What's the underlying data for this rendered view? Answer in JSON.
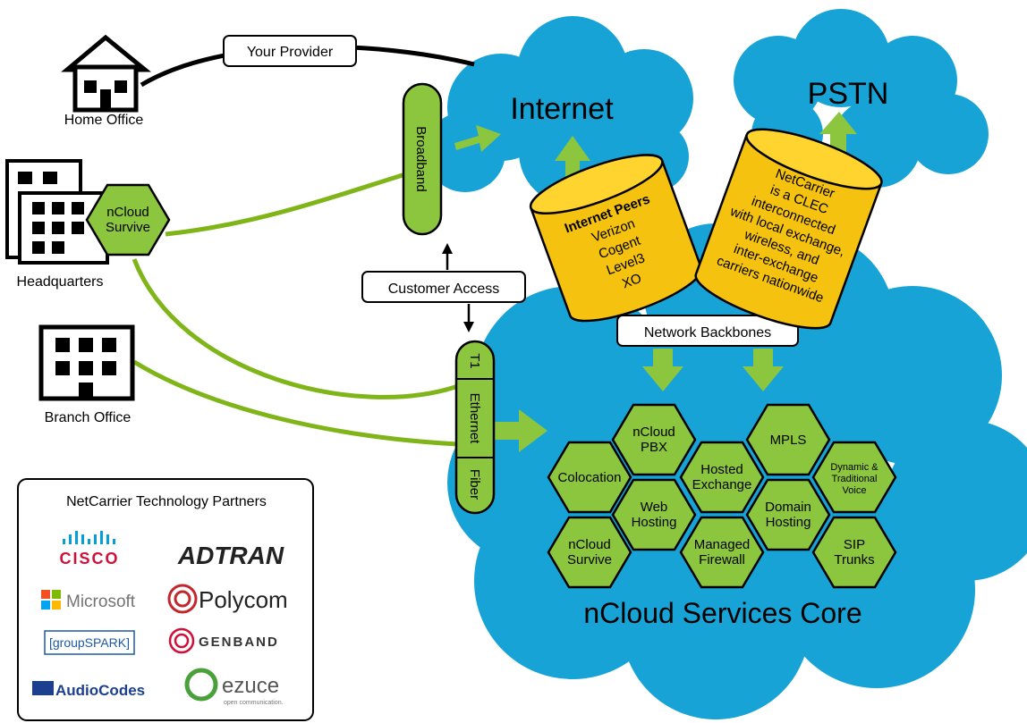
{
  "clouds": {
    "internet": "Internet",
    "pstn": "PSTN",
    "core": "nCloud Services Core"
  },
  "sites": {
    "home_office": "Home Office",
    "headquarters": "Headquarters",
    "branch_office": "Branch Office"
  },
  "labels": {
    "your_provider": "Your Provider",
    "customer_access": "Customer Access",
    "network_backbones": "Network Backbones",
    "hq_survive_line1": "nCloud",
    "hq_survive_line2": "Survive"
  },
  "broadband": "Broadband",
  "access_pill": [
    "T1",
    "Ethernet",
    "Fiber"
  ],
  "peers": {
    "title": "Internet Peers",
    "items": [
      "Verizon",
      "Cogent",
      "Level3",
      "XO"
    ]
  },
  "clec_lines": [
    "NetCarrier",
    "is a CLEC",
    "interconnected",
    "with local exchange,",
    "wireless, and",
    "inter-exchange",
    "carriers nationwide"
  ],
  "services": [
    {
      "l1": "Colocation",
      "l2": ""
    },
    {
      "l1": "nCloud",
      "l2": "PBX"
    },
    {
      "l1": "Web",
      "l2": "Hosting"
    },
    {
      "l1": "nCloud",
      "l2": "Survive"
    },
    {
      "l1": "Hosted",
      "l2": "Exchange"
    },
    {
      "l1": "Managed",
      "l2": "Firewall"
    },
    {
      "l1": "MPLS",
      "l2": ""
    },
    {
      "l1": "Domain",
      "l2": "Hosting"
    },
    {
      "l1": "Dynamic &",
      "l2": "Traditional",
      "l3": "Voice"
    },
    {
      "l1": "SIP",
      "l2": "Trunks"
    }
  ],
  "partners": {
    "title": "NetCarrier Technology Partners",
    "logos": [
      "CISCO",
      "ADTRAN",
      "Microsoft",
      "Polycom",
      "[groupSPARK]",
      "GENBAND",
      "AudioCodes",
      "ezuce",
      "open communication."
    ]
  },
  "colors": {
    "cloud": "#17a3d6",
    "green": "#8cc63f",
    "gold": "#f5c20f"
  }
}
